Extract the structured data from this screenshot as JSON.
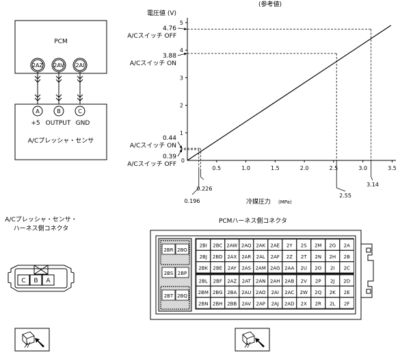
{
  "chart_data": {
    "type": "line",
    "title": "(参考値)",
    "ylabel": "電圧値 (V)",
    "xlabel_main": "冷媒圧力",
    "xlabel_unit": "(MPa)",
    "xlim": [
      0,
      3.5
    ],
    "ylim": [
      0,
      5
    ],
    "x_ticks": [
      {
        "v": 0,
        "label": "0"
      },
      {
        "v": 0.5,
        "label": "0.5"
      },
      {
        "v": 1.0,
        "label": "1.0"
      },
      {
        "v": 1.5,
        "label": "1.5"
      },
      {
        "v": 2.0,
        "label": "2.0"
      },
      {
        "v": 2.5,
        "label": "2.5"
      },
      {
        "v": 3.0,
        "label": "3.0"
      },
      {
        "v": 3.5,
        "label": "3.5"
      }
    ],
    "y_ticks": [
      {
        "v": 1,
        "label": "1"
      },
      {
        "v": 2,
        "label": "2"
      },
      {
        "v": 3,
        "label": "3"
      },
      {
        "v": 4,
        "label": "4"
      },
      {
        "v": 5,
        "label": "5"
      }
    ],
    "series": [
      {
        "x": [
          0,
          3.48
        ],
        "y": [
          0,
          4.9
        ]
      }
    ],
    "annotations": [
      {
        "x": 3.14,
        "y": 4.76,
        "volt_label": "4.76",
        "switch_label": "A/Cスイッチ OFF",
        "x_label": "3.14"
      },
      {
        "x": 2.55,
        "y": 3.88,
        "volt_label": "3.88",
        "switch_label": "A/Cスイッチ ON",
        "x_label": "2.55"
      },
      {
        "x": 0.226,
        "y": 0.44,
        "volt_label": "0.44",
        "switch_label": "A/Cスイッチ ON",
        "x_label": "0.226"
      },
      {
        "x": 0.196,
        "y": 0.39,
        "volt_label": "0.39",
        "switch_label": "A/Cスイッチ OFF",
        "x_label": "0.196"
      }
    ]
  },
  "wiring": {
    "pcm_label": "PCM",
    "pcm_pins": [
      "2AZ",
      "2AV",
      "2AI"
    ],
    "sensor_pins": [
      "A",
      "B",
      "C"
    ],
    "sensor_pin_labels": [
      "+5",
      "OUTPUT",
      "GND"
    ],
    "sensor_label": "A/Cプレッシャ・センサ"
  },
  "sensor_connector": {
    "title_line1": "A/Cプレッシャ・センサ・",
    "title_line2": "ハーネス側コネクタ",
    "pins": [
      "C",
      "B",
      "A"
    ]
  },
  "pcm_connector": {
    "title": "PCMハーネス側コネクタ",
    "left_rows": [
      [
        "2BR",
        "2BO"
      ],
      [
        "2BS",
        "2BP"
      ],
      [
        "2BT",
        "2BQ"
      ]
    ],
    "top_rows": [
      [
        "2BI",
        "2BC",
        "2AW",
        "2AQ",
        "2AK",
        "2AE",
        "2Y",
        "2S",
        "2M",
        "2G",
        "2A"
      ],
      [
        "2BJ",
        "2BD",
        "2AX",
        "2AR",
        "2AL",
        "2AF",
        "2Z",
        "2T",
        "2N",
        "2H",
        "2B"
      ],
      [
        "2BK",
        "2BE",
        "2AY",
        "2AS",
        "2AM",
        "2AG",
        "2AA",
        "2U",
        "2O",
        "2I",
        "2C"
      ]
    ],
    "bottom_rows": [
      [
        "2BL",
        "2BF",
        "2AZ",
        "2AT",
        "2AN",
        "2AH",
        "2AB",
        "2V",
        "2P",
        "2J",
        "2D"
      ],
      [
        "2BM",
        "2BG",
        "2BA",
        "2AU",
        "2AO",
        "2AI",
        "2AC",
        "2W",
        "2Q",
        "2K",
        "2E"
      ],
      [
        "2BN",
        "2BH",
        "2BB",
        "2AV",
        "2AP",
        "2AJ",
        "2AD",
        "2X",
        "2R",
        "2L",
        "2F"
      ]
    ]
  }
}
